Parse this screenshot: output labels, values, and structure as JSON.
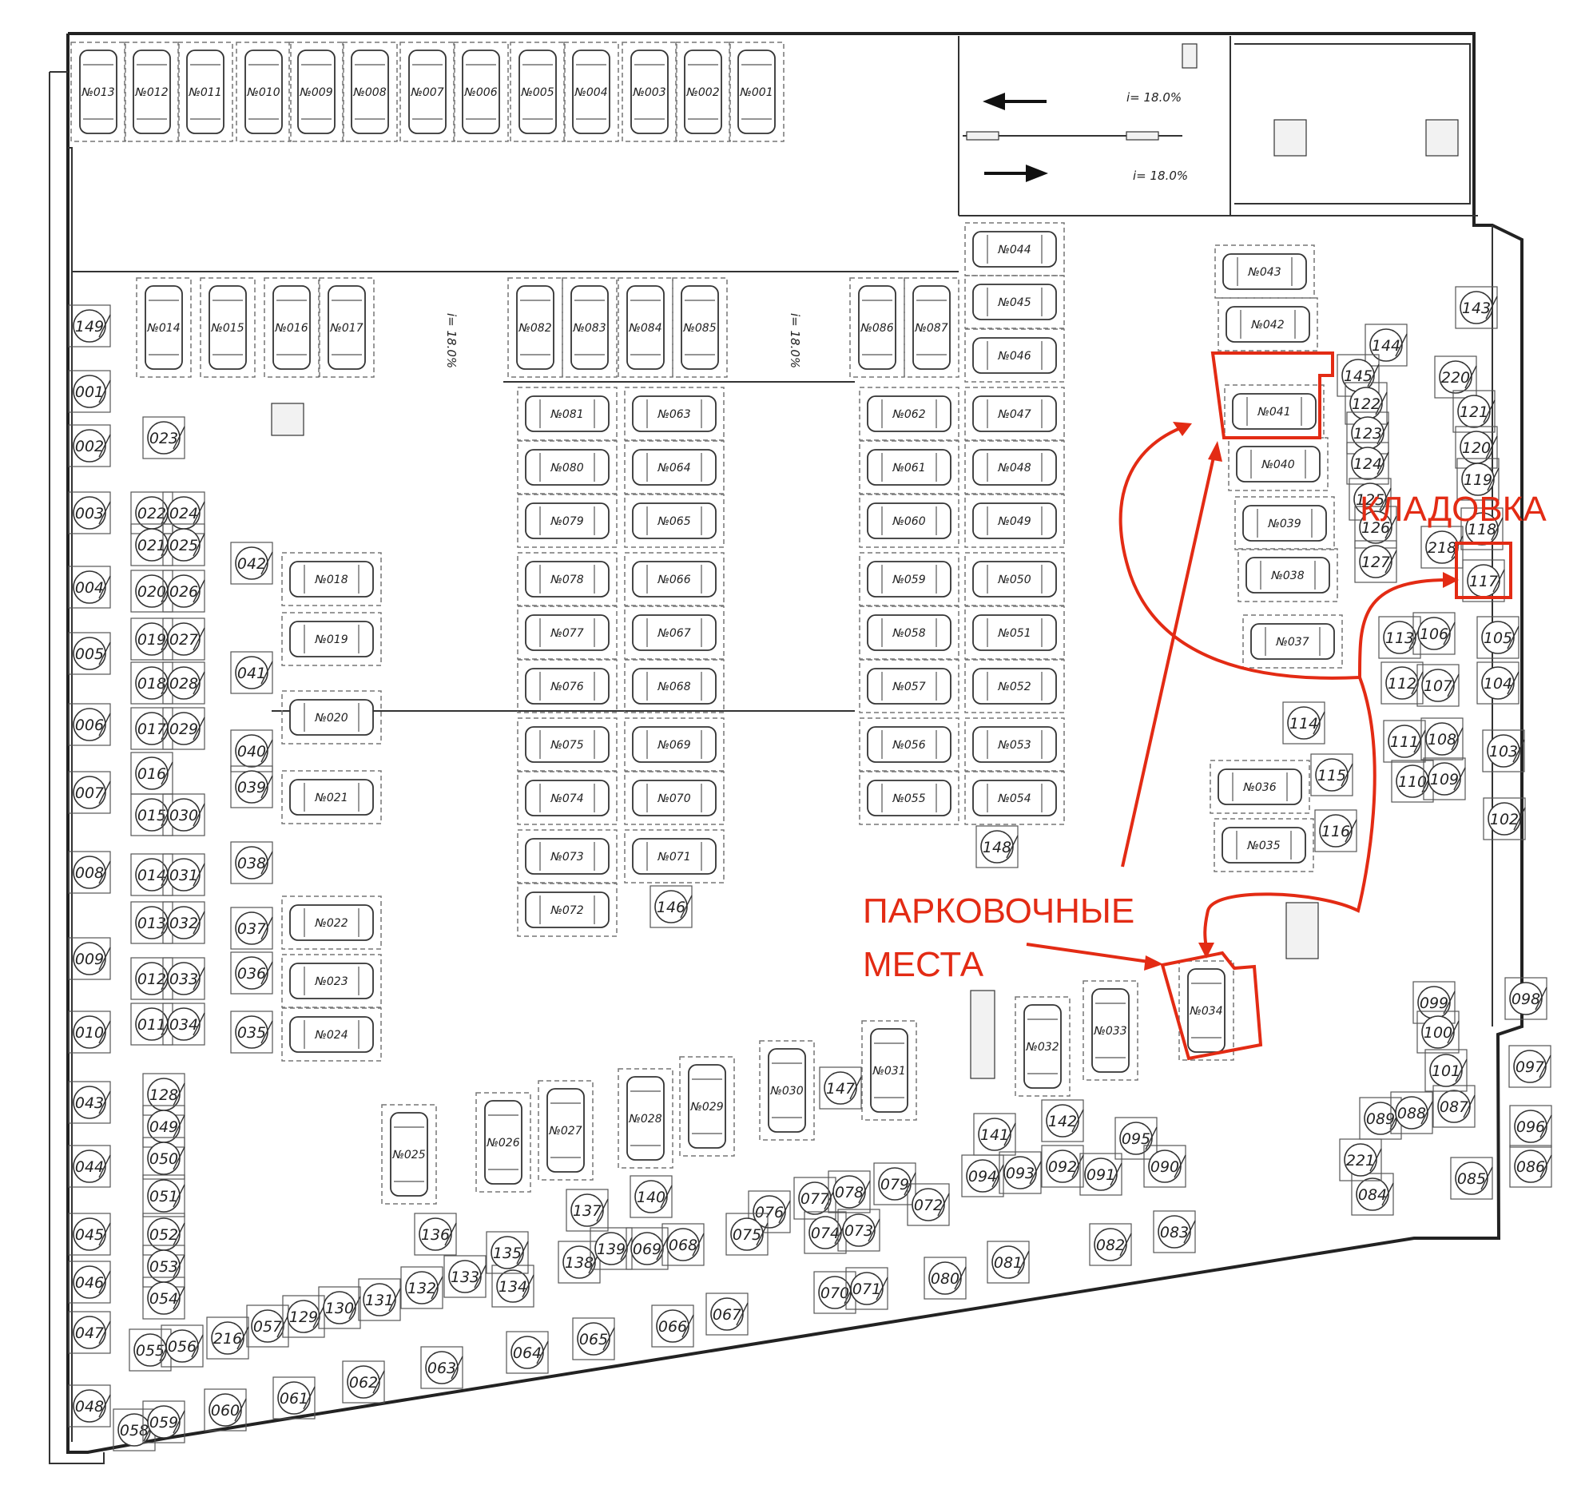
{
  "colors": {
    "highlight": "#e32b14",
    "ink": "#222222"
  },
  "callouts": {
    "storage": "КЛАДОВКА",
    "parking_line1": "ПАРКОВОЧНЫЕ",
    "parking_line2": "МЕСТА"
  },
  "slopes": [
    "i= 18.0%",
    "i= 18.0%",
    "i= 18.0%",
    "i= 18.0%"
  ],
  "highlighted_spaces": [
    "№041",
    "№034"
  ],
  "highlighted_storage": [
    "117"
  ],
  "parking_spaces": [
    "№013",
    "№012",
    "№011",
    "№010",
    "№009",
    "№008",
    "№007",
    "№006",
    "№005",
    "№004",
    "№003",
    "№002",
    "№001",
    "№014",
    "№015",
    "№016",
    "№017",
    "№082",
    "№083",
    "№084",
    "№085",
    "№086",
    "№087",
    "№081",
    "№080",
    "№079",
    "№078",
    "№077",
    "№076",
    "№075",
    "№074",
    "№073",
    "№072",
    "№063",
    "№064",
    "№065",
    "№066",
    "№067",
    "№068",
    "№069",
    "№070",
    "№071",
    "№062",
    "№061",
    "№060",
    "№059",
    "№058",
    "№057",
    "№056",
    "№055",
    "№044",
    "№045",
    "№046",
    "№047",
    "№048",
    "№049",
    "№050",
    "№051",
    "№052",
    "№053",
    "№054",
    "№043",
    "№042",
    "№041",
    "№040",
    "№039",
    "№038",
    "№037",
    "№036",
    "№035",
    "№018",
    "№019",
    "№020",
    "№021",
    "№022",
    "№023",
    "№024",
    "№025",
    "№026",
    "№027",
    "№028",
    "№029",
    "№030",
    "№031",
    "№032",
    "№033",
    "№034"
  ],
  "storage_units": [
    "149",
    "001",
    "002",
    "003",
    "004",
    "005",
    "006",
    "007",
    "008",
    "009",
    "010",
    "023",
    "022",
    "024",
    "021",
    "025",
    "020",
    "026",
    "019",
    "027",
    "018",
    "028",
    "017",
    "029",
    "016",
    "015",
    "030",
    "014",
    "031",
    "013",
    "032",
    "012",
    "033",
    "011",
    "034",
    "042",
    "041",
    "040",
    "039",
    "038",
    "037",
    "036",
    "035",
    "043",
    "044",
    "045",
    "046",
    "047",
    "048",
    "128",
    "049",
    "050",
    "051",
    "052",
    "053",
    "054",
    "055",
    "056",
    "058",
    "059",
    "060",
    "061",
    "062",
    "063",
    "064",
    "065",
    "066",
    "067",
    "057",
    "129",
    "130",
    "131",
    "132",
    "133",
    "134",
    "135",
    "136",
    "137",
    "138",
    "139",
    "069",
    "068",
    "140",
    "076",
    "075",
    "077",
    "074",
    "078",
    "073",
    "079",
    "072",
    "070",
    "071",
    "080",
    "081",
    "082",
    "083",
    "141",
    "142",
    "094",
    "093",
    "092",
    "091",
    "095",
    "090",
    "084",
    "085",
    "086",
    "221",
    "089",
    "088",
    "087",
    "096",
    "097",
    "098",
    "099",
    "100",
    "101",
    "146",
    "147",
    "148",
    "216",
    "143",
    "144",
    "145",
    "122",
    "123",
    "124",
    "125",
    "126",
    "127",
    "220",
    "121",
    "120",
    "119",
    "118",
    "218",
    "117",
    "113",
    "106",
    "105",
    "112",
    "107",
    "104",
    "111",
    "108",
    "103",
    "110",
    "109",
    "102",
    "114",
    "115",
    "116"
  ]
}
